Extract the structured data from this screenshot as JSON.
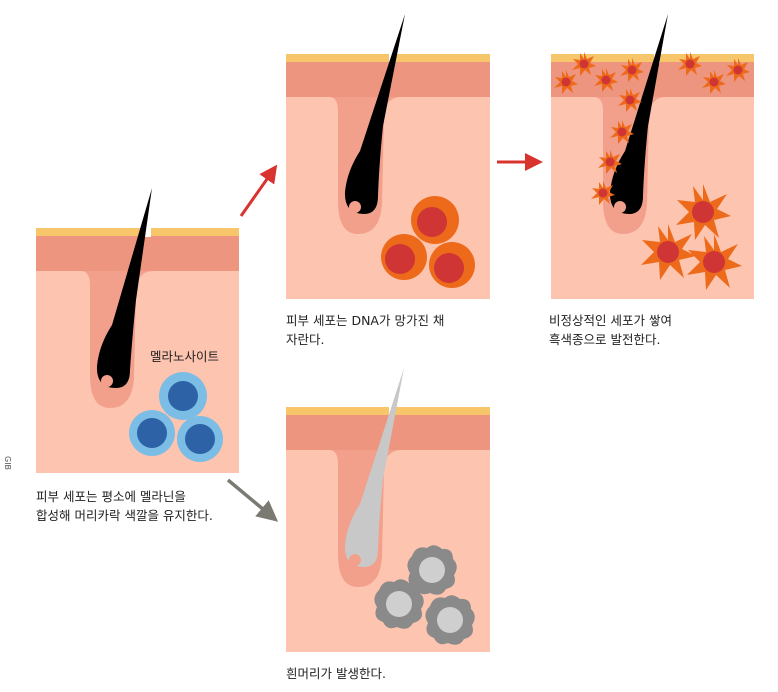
{
  "panels": {
    "normal": {
      "caption": "피부 세포는 평소에 멜라닌을\n합성해 머리카락 색깔을 유지한다.",
      "cell_label": "멜라노사이트"
    },
    "dna_damage": {
      "caption": "피부 세포는 DNA가 망가진 채\n자란다."
    },
    "melanoma": {
      "caption": "비정상적인 세포가 쌓여\n흑색종으로 발전한다."
    },
    "white_hair": {
      "caption": "흰머리가 발생한다."
    }
  },
  "credit": "GIB",
  "colors": {
    "skin_surface": "#f7c56a",
    "epidermis": "#ee9580",
    "dermis": "#fdc4b0",
    "follicle": "#f2a08c",
    "hair_black": "#000000",
    "hair_gray": "#c8c8c8",
    "melanocyte_outer": "#7cbde6",
    "melanocyte_inner": "#2d63a6",
    "damaged_outer": "#ee6a1b",
    "damaged_inner": "#cf3535",
    "dead_cell_outer": "#8a8a8a",
    "dead_cell_inner": "#cfcfcf",
    "arrow_red": "#d8332f",
    "arrow_gray": "#7a7a72"
  },
  "icons": {
    "arrow_up": "arrow-up-right-icon",
    "arrow_right": "arrow-right-icon",
    "arrow_down": "arrow-down-right-icon"
  }
}
